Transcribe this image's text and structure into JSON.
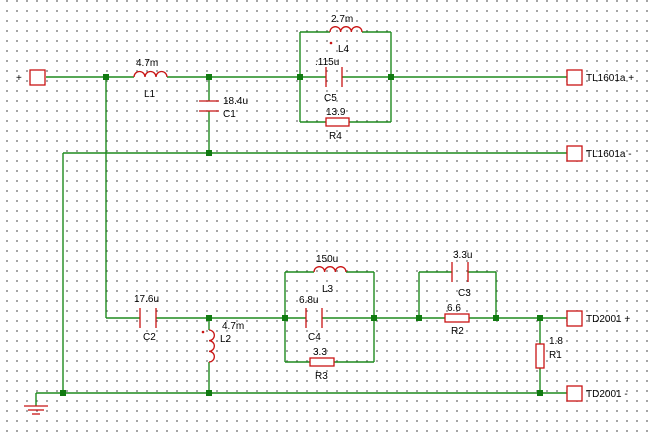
{
  "ports": {
    "in_plus": "+",
    "tl_plus": "TL1601a +",
    "tl_minus": "TL1601a -",
    "td_plus": "TD2001 +",
    "td_minus": "TD2001 -"
  },
  "components": {
    "L1": {
      "ref": "L1",
      "value": "4.7m"
    },
    "C1": {
      "ref": "C1",
      "value": "18.4u"
    },
    "L4": {
      "ref": "L4",
      "value": "2.7m"
    },
    "C5": {
      "ref": "C5",
      "value": ".115u"
    },
    "R4": {
      "ref": "R4",
      "value": "13.9"
    },
    "C2": {
      "ref": "C2",
      "value": "17.6u"
    },
    "L2": {
      "ref": "L2",
      "value": "4.7m"
    },
    "L3": {
      "ref": "L3",
      "value": "150u"
    },
    "C4": {
      "ref": "C4",
      "value": "6.8u"
    },
    "R3": {
      "ref": "R3",
      "value": "3.3"
    },
    "C3": {
      "ref": "C3",
      "value": "3.3u"
    },
    "R2": {
      "ref": "R2",
      "value": "6.6"
    },
    "R1": {
      "ref": "R1",
      "value": "1.8"
    }
  },
  "colors": {
    "background": "#ffffff",
    "grid_dots": "#6d6d6d",
    "wire": "#1e8a1e",
    "junction": "#117a11",
    "component": "#c81414",
    "label_text": "#000000"
  },
  "icons": {
    "ground": "ground-symbol-icon",
    "port": "port-terminal-icon",
    "inductor": "inductor-coil-icon",
    "capacitor": "capacitor-plates-icon",
    "resistor": "resistor-box-icon"
  }
}
